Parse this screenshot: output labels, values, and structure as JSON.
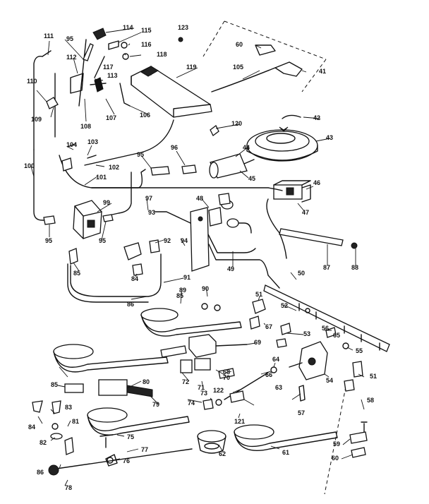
{
  "labels": {
    "l123": "123",
    "l114": "114",
    "l115": "115",
    "l116": "116",
    "l117": "117",
    "l118": "118",
    "l111": "111",
    "l95a": "95",
    "l112": "112",
    "l113": "113",
    "l119": "119",
    "l110": "110",
    "l109": "109",
    "l108": "108",
    "l107": "107",
    "l106": "106",
    "l60": "60",
    "l105": "105",
    "l41": "41",
    "l120": "120",
    "l42": "42",
    "l43": "43",
    "l104": "104",
    "l103": "103",
    "l102": "102",
    "l95b": "95",
    "l96": "96",
    "l44": "44",
    "l45": "45",
    "l100": "100",
    "l101": "101",
    "l46": "46",
    "l99": "99",
    "l97": "97",
    "l47": "47",
    "l48": "48",
    "l93": "93",
    "l95c": "95",
    "l95d": "95",
    "l92": "92",
    "l94": "94",
    "l87": "87",
    "l88": "88",
    "l49": "49",
    "l85a": "85",
    "l84": "84",
    "l50": "50",
    "l91": "91",
    "l86": "86",
    "l85b": "85",
    "l89": "89",
    "l90": "90",
    "l51a": "51",
    "l52": "52",
    "l67": "67",
    "l53": "53",
    "l56": "56",
    "l69": "69",
    "l65": "65",
    "l55": "55",
    "l68": "68",
    "l64": "64",
    "l66": "66",
    "l72": "72",
    "l70": "70",
    "l54": "54",
    "l51b": "51",
    "l71": "71",
    "l63": "63",
    "l80": "80",
    "l85c": "85",
    "l73": "73",
    "l122": "122",
    "l79": "79",
    "l74": "74",
    "l57": "57",
    "l58": "58",
    "l83": "83",
    "l121": "121",
    "l84b": "84",
    "l81": "81",
    "l62": "62",
    "l61": "61",
    "l59": "59",
    "l82": "82",
    "l75": "75",
    "l77": "77",
    "l60b": "60",
    "l86b": "86",
    "l78": "78",
    "l76": "76"
  }
}
